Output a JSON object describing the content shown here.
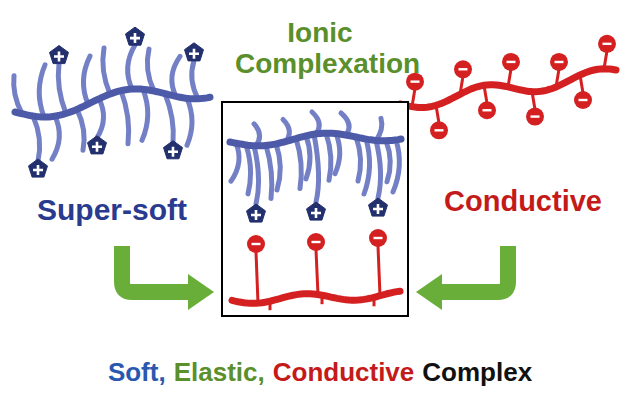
{
  "diagram": {
    "labels": [
      "Super-soft",
      "Ionic Complexation",
      "Conductive",
      "Soft,",
      "Elastic,",
      "Conductive",
      "Complex"
    ]
  }
}
